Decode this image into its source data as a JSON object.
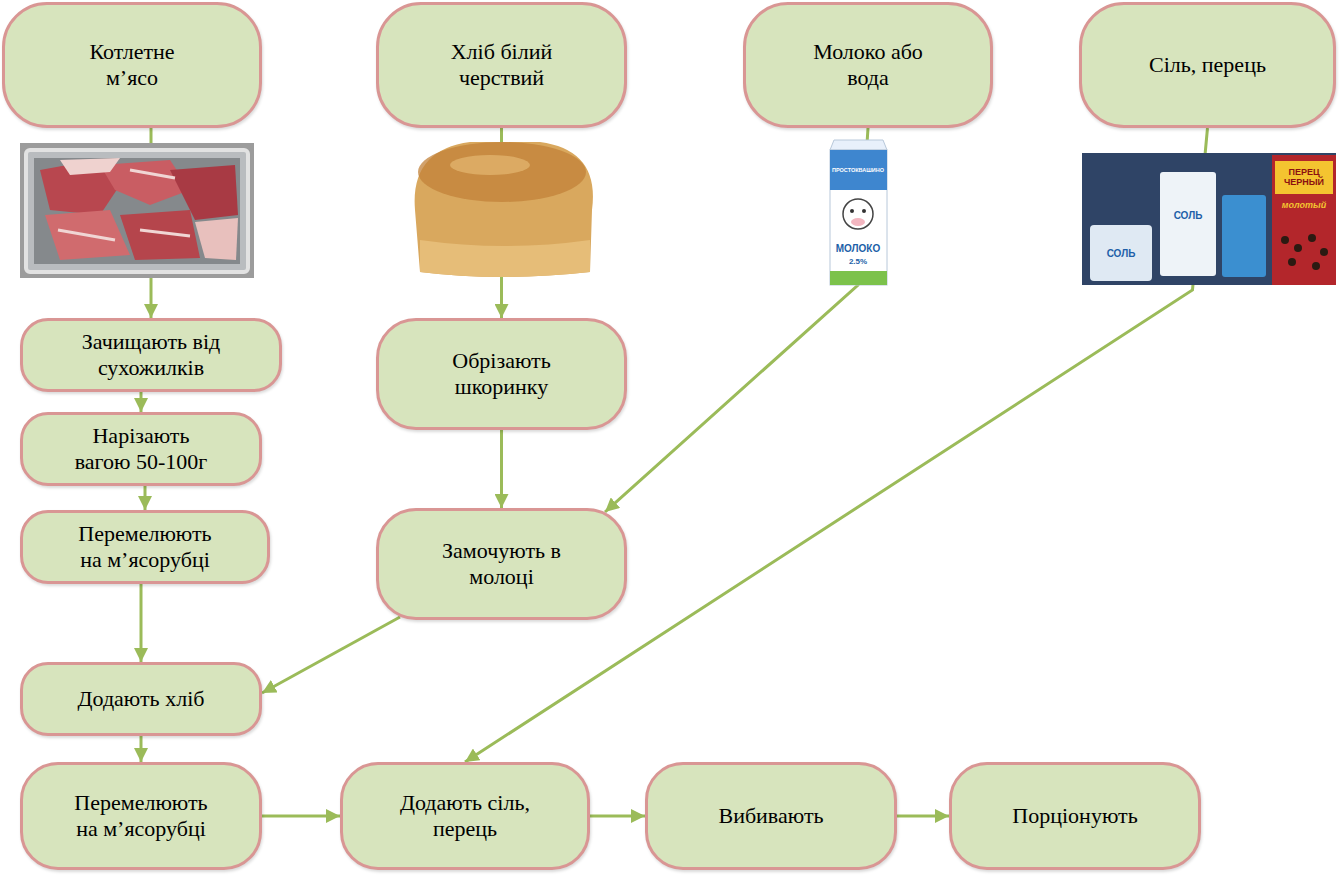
{
  "diagram": {
    "nodes": [
      {
        "text": [
          "Котлетне м’ясо"
        ]
      },
      {
        "text": [
          "Хліб білий черствий"
        ]
      },
      {
        "text": [
          "Молоко або вода"
        ]
      },
      {
        "text": [
          "Сіль, перець"
        ]
      },
      {
        "text": [
          "Зачищають від сухожилків"
        ]
      },
      {
        "text": [
          "Обрізають шкоринку"
        ]
      },
      {
        "text": [
          "Нарізають вагою 50-100г"
        ]
      },
      {
        "text": [
          "Замочують в молоці"
        ]
      },
      {
        "text": [
          "Перемелюють на м’ясорубці"
        ]
      },
      {
        "text": [
          "Додають хліб"
        ]
      },
      {
        "text": [
          "Перемелюють на м’ясорубці"
        ]
      },
      {
        "text": [
          "Додають сіль, перець"
        ]
      },
      {
        "text": [
          "Вибивають"
        ]
      },
      {
        "text": [
          "Порціонують"
        ]
      }
    ],
    "edges": [
      {
        "from": 0,
        "to": 4,
        "arrow": "to"
      },
      {
        "from": 4,
        "to": 6,
        "arrow": "to"
      },
      {
        "from": 6,
        "to": 8,
        "arrow": "to"
      },
      {
        "from": 8,
        "to": 9,
        "arrow": "to"
      },
      {
        "from": 9,
        "to": 10,
        "arrow": "to"
      },
      {
        "from": 1,
        "to": 5,
        "arrow": "to"
      },
      {
        "from": 5,
        "to": 7,
        "arrow": "to"
      },
      {
        "from": 2,
        "to": 7,
        "arrow": "to"
      },
      {
        "from": 7,
        "to": 9,
        "arrow": "to"
      },
      {
        "from": 3,
        "to": 11,
        "arrow": "to"
      },
      {
        "from": 10,
        "to": 11,
        "arrow": "to"
      },
      {
        "from": 11,
        "to": 12,
        "arrow": "to"
      },
      {
        "from": 12,
        "to": 13,
        "arrow": "to"
      }
    ],
    "labels": [
      "ПРОСТОКВАШИНО",
      "МОЛОКО",
      "2.5%",
      "СОЛЬ",
      "СОЛЬ",
      "ПЕРЕЦ ЧЕРНЫЙ",
      "молотый"
    ]
  }
}
